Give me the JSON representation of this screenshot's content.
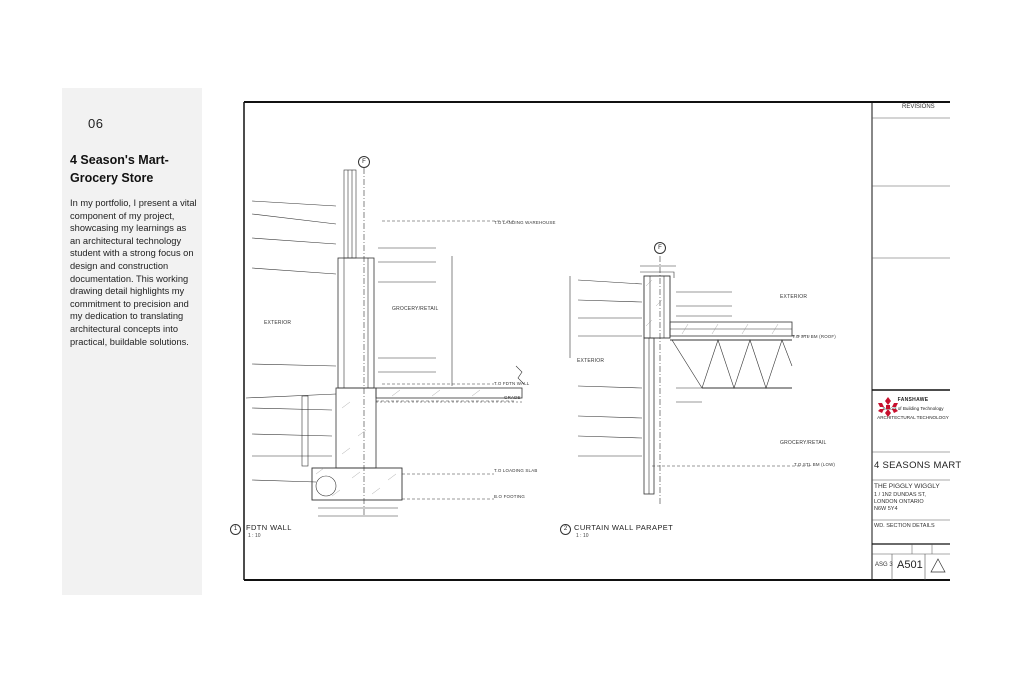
{
  "panel": {
    "page_number": "06",
    "title": "4 Season's Mart-Grocery Store",
    "description": "In my portfolio, I present a vital component of my project, showcasing my learnings as an architectural technology student with a strong focus on design and construction documentation. This working drawing detail highlights my commitment to precision and my dedication to translating architectural concepts into practical, buildable solutions."
  },
  "drawing": {
    "details": [
      {
        "number": "1",
        "title": "FDTN WALL",
        "scale": "1 : 10"
      },
      {
        "number": "2",
        "title": "CURTAIN WALL PARAPET",
        "scale": "1 : 10"
      }
    ],
    "grid_bubbles": [
      "F",
      "F"
    ],
    "rooms": {
      "exterior_1": "EXTERIOR",
      "interior_1": "GROCERY/RETAIL",
      "exterior_2": "EXTERIOR",
      "exterior_3": "EXTERIOR",
      "interior_2": "GROCERY/RETAIL"
    },
    "levels": {
      "landing": "T.O LANDING WAREHOUSE",
      "fdtn_wall": "T.O FDTN WALL",
      "grade": "GRADE",
      "loading_slab": "T.O LOADING SLAB",
      "footing": "B.O FOOTING",
      "roof": "T.O STL BM (ROOF)",
      "ceiling": "T.O STL BM (LOW)"
    }
  },
  "title_block": {
    "revisions_heading": "REVISIONS",
    "school_brand": "FANSHAWE",
    "school_name": "School of Building Technology",
    "program": "ARCHITECTURAL TECHNOLOGY",
    "project_name": "4 SEASONS MART",
    "client": "THE PIGGLY WIGGLY",
    "address_line1": "1 / 1N2 DUNDAS ST,",
    "address_line2": "LONDON ONTARIO",
    "address_line3": "N6W 5Y4",
    "sheet_title": "WD. SECTION DETAILS",
    "assignment": "ASG 3",
    "sheet_number": "A501"
  }
}
